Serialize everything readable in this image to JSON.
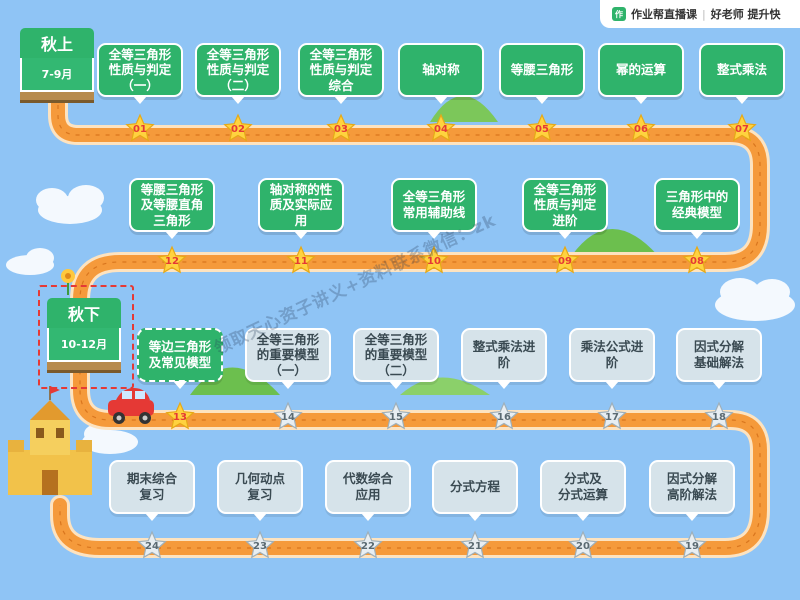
{
  "brand": {
    "logo": "作",
    "name": "作业帮直播课",
    "divider": "|",
    "slogan": "好老师 提升快"
  },
  "semesters": [
    {
      "id": "fall1",
      "title": "秋上",
      "months": "7-9月"
    },
    {
      "id": "fall2",
      "title": "秋下",
      "months": "10-12月"
    }
  ],
  "watermark": "领取天心资子讲义+资料联系微信：zk",
  "lessons": [
    {
      "num": "01",
      "title": "全等三角形\n性质与判定\n（一）",
      "status": "done"
    },
    {
      "num": "02",
      "title": "全等三角形\n性质与判定\n（二）",
      "status": "done"
    },
    {
      "num": "03",
      "title": "全等三角形\n性质与判定\n综合",
      "status": "done"
    },
    {
      "num": "04",
      "title": "轴对称",
      "status": "done"
    },
    {
      "num": "05",
      "title": "等腰三角形",
      "status": "done"
    },
    {
      "num": "06",
      "title": "幂的运算",
      "status": "done"
    },
    {
      "num": "07",
      "title": "整式乘法",
      "status": "done"
    },
    {
      "num": "08",
      "title": "三角形中的\n经典模型",
      "status": "done"
    },
    {
      "num": "09",
      "title": "全等三角形\n性质与判定\n进阶",
      "status": "done"
    },
    {
      "num": "10",
      "title": "全等三角形\n常用辅助线",
      "status": "done"
    },
    {
      "num": "11",
      "title": "轴对称的性\n质及实际应\n用",
      "status": "done"
    },
    {
      "num": "12",
      "title": "等腰三角形\n及等腰直角\n三角形",
      "status": "done"
    },
    {
      "num": "13",
      "title": "等边三角形\n及常见模型",
      "status": "current"
    },
    {
      "num": "14",
      "title": "全等三角形\n的重要模型\n（一）",
      "status": "todo"
    },
    {
      "num": "15",
      "title": "全等三角形\n的重要模型\n（二）",
      "status": "todo"
    },
    {
      "num": "16",
      "title": "整式乘法进\n阶",
      "status": "todo"
    },
    {
      "num": "17",
      "title": "乘法公式进\n阶",
      "status": "todo"
    },
    {
      "num": "18",
      "title": "因式分解\n基础解法",
      "status": "todo"
    },
    {
      "num": "19",
      "title": "因式分解\n高阶解法",
      "status": "todo"
    },
    {
      "num": "20",
      "title": "分式及\n分式运算",
      "status": "todo"
    },
    {
      "num": "21",
      "title": "分式方程",
      "status": "todo"
    },
    {
      "num": "22",
      "title": "代数综合\n应用",
      "status": "todo"
    },
    {
      "num": "23",
      "title": "几何动点\n复习",
      "status": "todo"
    },
    {
      "num": "24",
      "title": "期末综合\n复习",
      "status": "todo"
    }
  ],
  "colors": {
    "road": "#f59a3b",
    "road_edge": "#fde3c0",
    "done": "#2fb36b",
    "todo": "#d6e3ea",
    "star_done": "#ffd23f",
    "star_todo": "#e8eef2"
  },
  "icons": [
    "car-icon",
    "castle-icon",
    "flower-icon",
    "cloud-icon",
    "hill-icon"
  ]
}
